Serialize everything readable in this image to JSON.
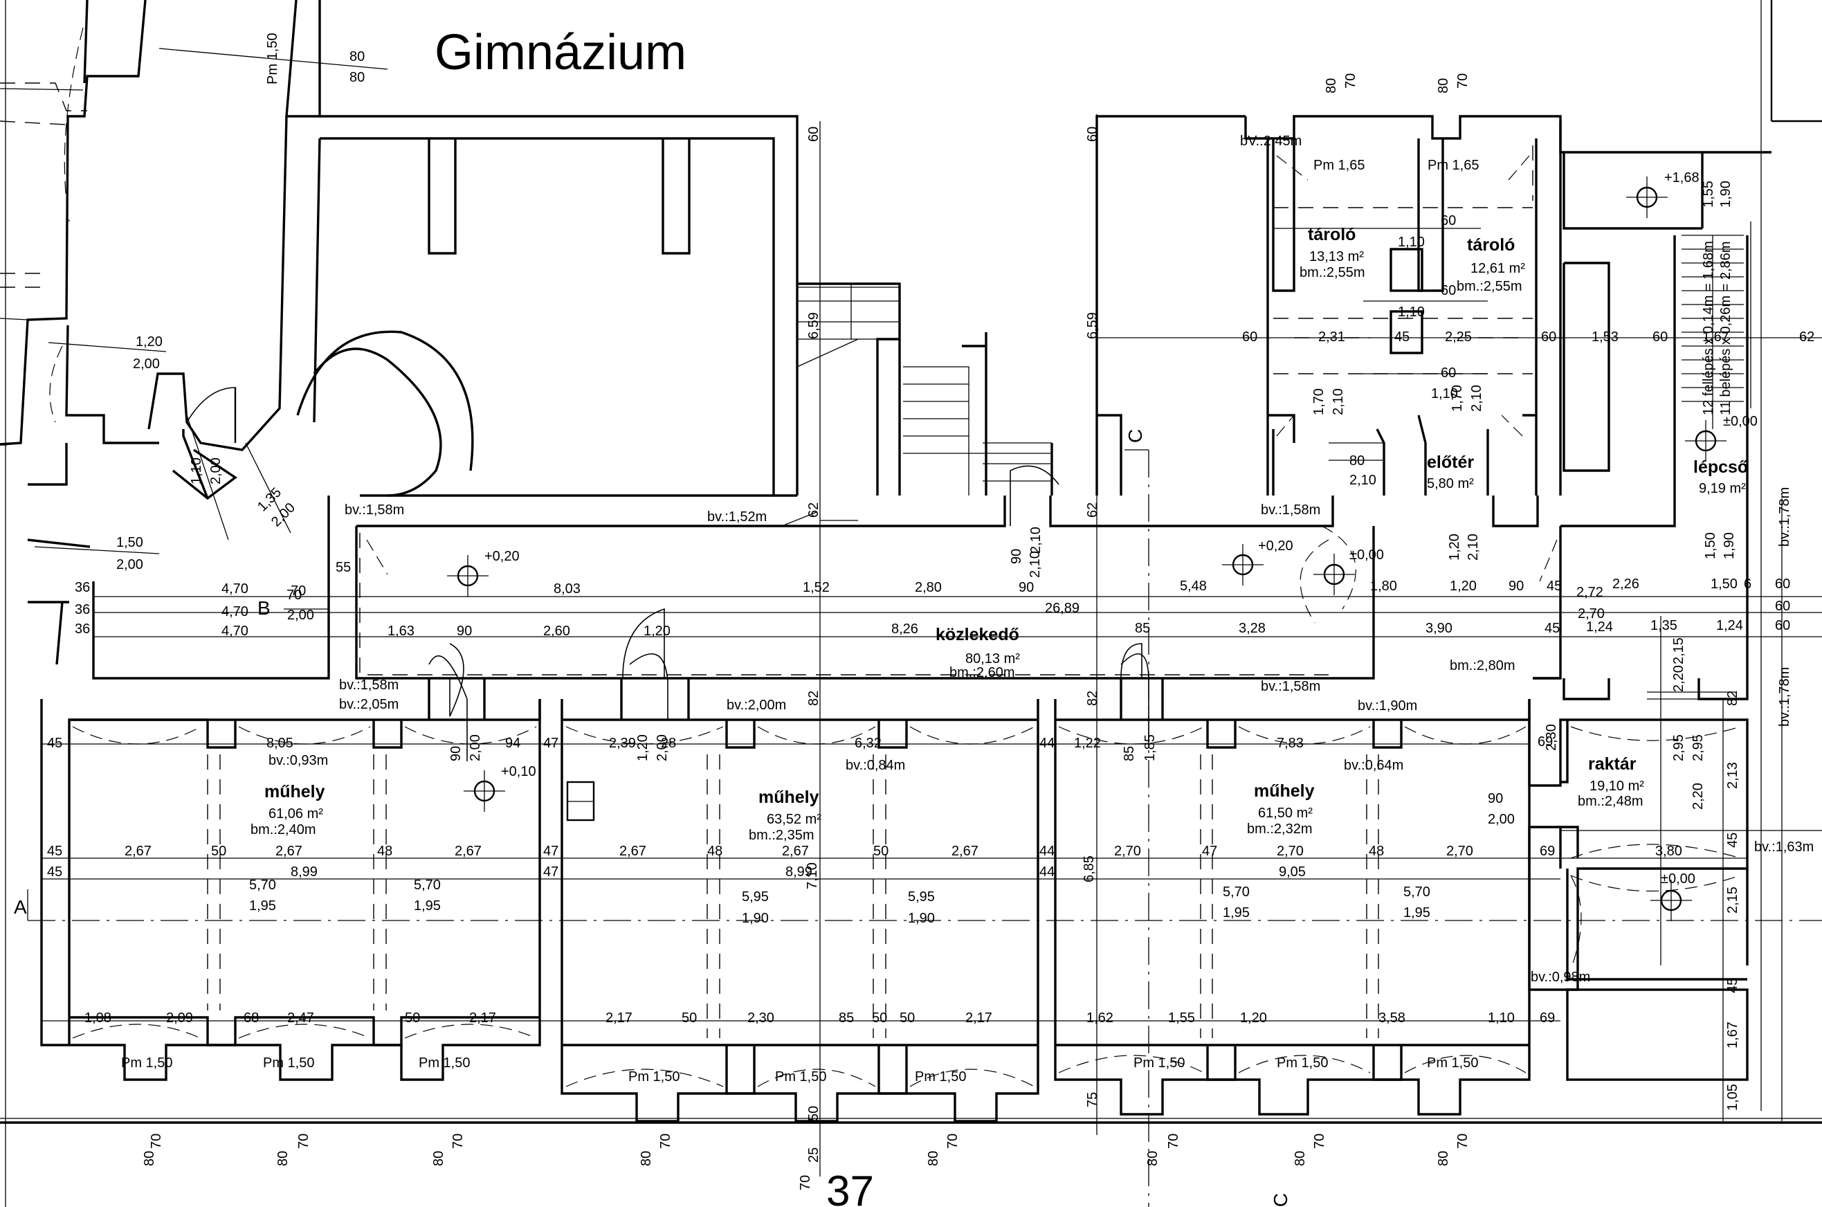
{
  "title": "Gimnázium",
  "page_number": "37",
  "section_markers": [
    "A",
    "B",
    "C",
    "C"
  ],
  "rooms": [
    {
      "name": "tároló",
      "area": "13,13 m²",
      "height": "bm.:2,55m"
    },
    {
      "name": "tároló",
      "area": "12,61 m²",
      "height": "bm.:2,55m"
    },
    {
      "name": "előtér",
      "area": "5,80 m²",
      "height": ""
    },
    {
      "name": "lépcső",
      "area": "9,19 m²",
      "height": ""
    },
    {
      "name": "közlekedő",
      "area": "80,13 m²",
      "height": "bm.:2,60m"
    },
    {
      "name": "műhely",
      "area": "61,06 m²",
      "height": "bm.:2,40m"
    },
    {
      "name": "műhely",
      "area": "63,52 m²",
      "height": "bm.:2,35m"
    },
    {
      "name": "műhely",
      "area": "61,50 m²",
      "height": "bm.:2,32m"
    },
    {
      "name": "raktár",
      "area": "19,10 m²",
      "height": "bm.:2,48m"
    }
  ],
  "levels": [
    "+1,68",
    "±0,00",
    "+0,20",
    "+0,20",
    "±0,00",
    "+0,10",
    "±0,00"
  ],
  "sill_labels": [
    "bV.:2,45m",
    "bv.:1,58m",
    "bv.:1,52m",
    "bv.:1,58m",
    "bv.:1,78m",
    "bv.:1,58m",
    "bv.:2,05m",
    "bv.:2,00m",
    "bv.:1,58m",
    "bv.:1,90m",
    "bv.:0,93m",
    "bv.:0,84m",
    "bv.:0,64m",
    "bv.:1,78m",
    "bv.:1,63m",
    "bv.:0,98m",
    "bm.:2,80m"
  ],
  "window_labels": [
    "Pm 1,65",
    "Pm 1,65",
    "Pm 1,50",
    "Pm 1,50",
    "Pm 1,50",
    "Pm 1,50",
    "Pm 1,50",
    "Pm 1,50",
    "Pm 1,50",
    "Pm 1,50",
    "Pm 1,50",
    "Pm 1,50"
  ],
  "stair_text": [
    "12 fellépés x 0,14m = 1,68m",
    "11 belépés x 0,26m = 2,86m",
    "1,55",
    "1,90"
  ],
  "dimensions": {
    "corridor_row1": [
      "4,70",
      "70",
      "8,03",
      "1,52",
      "2,80",
      "90",
      "5,48",
      "1,80",
      "1,20",
      "90",
      "45",
      "2,26",
      "1,50",
      "6",
      "60"
    ],
    "corridor_row2": [
      "4,70",
      "2,00",
      "26,89",
      "2,72",
      "2,70",
      "60"
    ],
    "corridor_row3": [
      "4,70",
      "1,63",
      "90",
      "2,60",
      "1,20",
      "8,26",
      "85",
      "3,28",
      "3,90",
      "45",
      "1,24",
      "1,35",
      "1,24",
      "60"
    ],
    "misc": [
      "36",
      "36",
      "36",
      "55",
      "70",
      "1,20",
      "2,00",
      "1,50",
      "2,00",
      "1,10",
      "2,00",
      "1,35",
      "2,00",
      "80",
      "80",
      "Pm 1,50",
      "8,05",
      "94",
      "2,39",
      "28",
      "6,32",
      "1,22",
      "7,83",
      "69",
      "2,95",
      "2,20",
      "2,95",
      "2,20",
      "2,13",
      "82",
      "90",
      "2,00",
      "45",
      "69",
      "3,80",
      "2,15",
      "45",
      "1,67",
      "1,05",
      "8,99",
      "8,99",
      "9,05",
      "5,70",
      "1,95",
      "5,70",
      "1,95",
      "5,95",
      "1,90",
      "5,95",
      "1,90",
      "5,70",
      "1,95",
      "5,70",
      "1,95",
      "7,10",
      "6,85",
      "1,20",
      "2,00",
      "85",
      "1,85",
      "2,10",
      "1,20",
      "2,10",
      "1,50",
      "1,90",
      "62",
      "62",
      "60",
      "60",
      "6,59",
      "6,59",
      "82",
      "82",
      "75",
      "2,15",
      "2,30",
      "1,70",
      "2,10",
      "1,70",
      "2,10",
      "80",
      "2,10",
      "60",
      "1,10",
      "60",
      "1,10",
      "60",
      "1,10",
      "60",
      "2,31",
      "45",
      "2,25",
      "60",
      "1,53",
      "60",
      "1,67",
      "62",
      "90",
      "2,10",
      "90",
      "2,00",
      "47",
      "47",
      "47",
      "44",
      "44",
      "44",
      "45",
      "45",
      "45",
      "2,67",
      "50",
      "2,67",
      "48",
      "2,67",
      "2,67",
      "48",
      "2,67",
      "50",
      "2,67",
      "2,70",
      "47",
      "2,70",
      "48",
      "2,70",
      "1,08",
      "2,09",
      "68",
      "2,47",
      "50",
      "2,17",
      "2,17",
      "50",
      "2,30",
      "85",
      "50",
      "50",
      "2,17",
      "1,62",
      "1,55",
      "1,20",
      "3,58",
      "1,10",
      "69",
      "80",
      "70",
      "80",
      "70",
      "80",
      "70",
      "80",
      "70",
      "70",
      "25",
      "50",
      "80",
      "70",
      "80",
      "70",
      "80",
      "70",
      "80",
      "70",
      "80",
      "70",
      "80",
      "70",
      "80",
      "70"
    ]
  }
}
